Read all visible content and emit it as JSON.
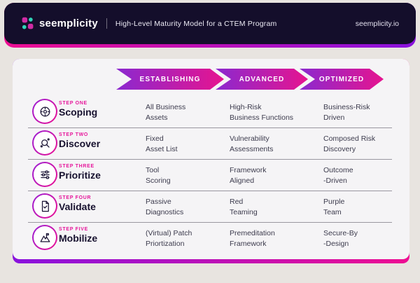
{
  "header": {
    "brand": "seemplicity",
    "title": "High-Level Maturity Model for a CTEM Program",
    "site": "seemplicity.io"
  },
  "table": {
    "columns": [
      "ESTABLISHING",
      "ADVANCED",
      "OPTIMIZED"
    ],
    "rows": [
      {
        "step": "STEP ONE",
        "title": "Scoping",
        "icon": "scoping-target-icon",
        "establishing": "All Business\nAssets",
        "advanced": "High-Risk\nBusiness Functions",
        "optimized": "Business-Risk\nDriven"
      },
      {
        "step": "STEP TWO",
        "title": "Discover",
        "icon": "discover-search-icon",
        "establishing": "Fixed\nAsset List",
        "advanced": "Vulnerability\nAssessments",
        "optimized": "Composed Risk\nDiscovery"
      },
      {
        "step": "STEP THREE",
        "title": "Prioritize",
        "icon": "prioritize-sliders-icon",
        "establishing": "Tool\nScoring",
        "advanced": "Framework\nAligned",
        "optimized": "Outcome\n-Driven"
      },
      {
        "step": "STEP FOUR",
        "title": "Validate",
        "icon": "validate-document-icon",
        "establishing": "Passive\nDiagnostics",
        "advanced": "Red\nTeaming",
        "optimized": "Purple\nTeam"
      },
      {
        "step": "STEP FIVE",
        "title": "Mobilize",
        "icon": "mobilize-mountain-icon",
        "establishing": "(Virtual) Patch\nPriortization",
        "advanced": "Premeditation\nFramework",
        "optimized": "Secure-By\n-Design"
      }
    ]
  },
  "colors": {
    "accent_pink": "#ec0d92",
    "accent_purple": "#8912dd",
    "arrow_gradient_start": "#8b29cf",
    "arrow_gradient_end": "#e6148f",
    "header_bg": "#140e2b",
    "card_bg": "#f5f4f6",
    "page_bg": "#e8e4e0",
    "step_label": "#e6169b",
    "row_title": "#17112f",
    "cell_text": "#3c3b4d",
    "divider": "#9a97a0",
    "logo_teal": "#2fd5b8",
    "logo_magenta": "#cf2ba4"
  }
}
